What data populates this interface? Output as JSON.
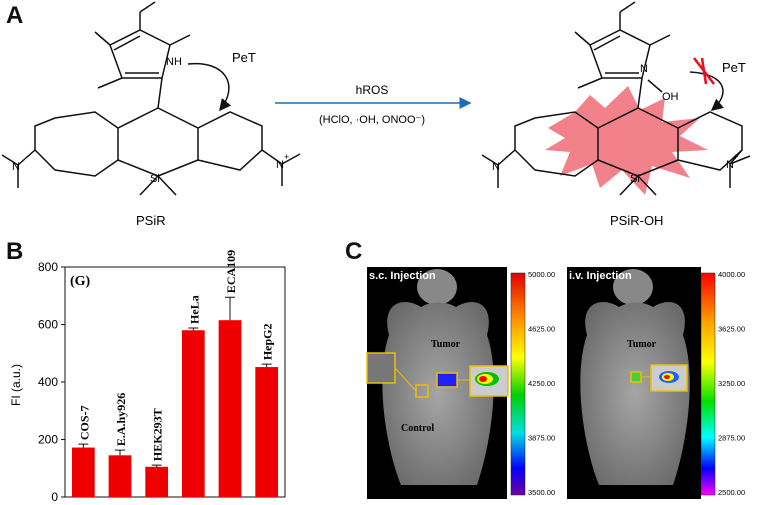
{
  "panels": {
    "a": {
      "letter": "A",
      "left_molecule": {
        "name": "PSiR",
        "nh": "NH",
        "si": "Si",
        "plus": "+",
        "n_left": "N",
        "n_right": "N"
      },
      "right_molecule": {
        "name": "PSiR-OH",
        "n_oh": "N",
        "oh": "OH",
        "si": "Si",
        "plus": "+",
        "n_left": "N",
        "n_right": "N"
      },
      "pet_left": "PeT",
      "pet_right": "PeT",
      "arrow_top": "hROS",
      "arrow_bottom": "(HClO, ·OH, ONOO⁻)"
    },
    "b": {
      "letter": "B",
      "inset_label": "(G)"
    },
    "c": {
      "letter": "C",
      "left_image": {
        "title": "s.c. Injection",
        "tumor_label": "Tumor",
        "control_label": "Control",
        "scale_labels": [
          "5000.00",
          "4625.00",
          "4250.00",
          "3875.00",
          "3500.00"
        ]
      },
      "right_image": {
        "title": "i.v. Injection",
        "tumor_label": "Tumor",
        "scale_labels": [
          "4000.00",
          "3625.00",
          "3250.00",
          "2875.00",
          "2500.00"
        ]
      }
    }
  },
  "chart_data": {
    "type": "bar",
    "categories": [
      "COS-7",
      "E.A.hy926",
      "HEK293T",
      "HeLa",
      "ECA109",
      "HepG2"
    ],
    "values": [
      172,
      145,
      105,
      580,
      615,
      452
    ],
    "errors": [
      12,
      18,
      6,
      8,
      80,
      10
    ],
    "ylabel": "FI (a.u.)",
    "ylim": [
      0,
      800
    ],
    "yticks": [
      "0",
      "200",
      "400",
      "600",
      "800"
    ],
    "bar_color": "#ee0000"
  }
}
